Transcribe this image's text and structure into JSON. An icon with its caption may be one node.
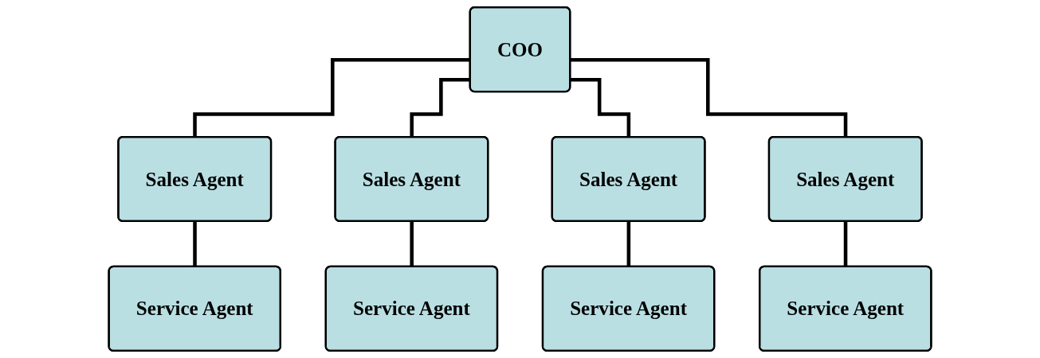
{
  "diagram": {
    "nodes": [
      {
        "text": [
          "COO"
        ]
      },
      {
        "text": [
          "Sales Agent"
        ]
      },
      {
        "text": [
          "Sales Agent"
        ]
      },
      {
        "text": [
          "Sales Agent"
        ]
      },
      {
        "text": [
          "Sales Agent"
        ]
      },
      {
        "text": [
          "Service Agent"
        ]
      },
      {
        "text": [
          "Service Agent"
        ]
      },
      {
        "text": [
          "Service Agent"
        ]
      },
      {
        "text": [
          "Service Agent"
        ]
      }
    ],
    "edges": [
      {
        "from": 0,
        "to": 1,
        "arrow": "none"
      },
      {
        "from": 0,
        "to": 2,
        "arrow": "none"
      },
      {
        "from": 0,
        "to": 3,
        "arrow": "none"
      },
      {
        "from": 0,
        "to": 4,
        "arrow": "none"
      },
      {
        "from": 1,
        "to": 5,
        "arrow": "none"
      },
      {
        "from": 2,
        "to": 6,
        "arrow": "none"
      },
      {
        "from": 3,
        "to": 7,
        "arrow": "none"
      },
      {
        "from": 4,
        "to": 8,
        "arrow": "none"
      }
    ]
  }
}
